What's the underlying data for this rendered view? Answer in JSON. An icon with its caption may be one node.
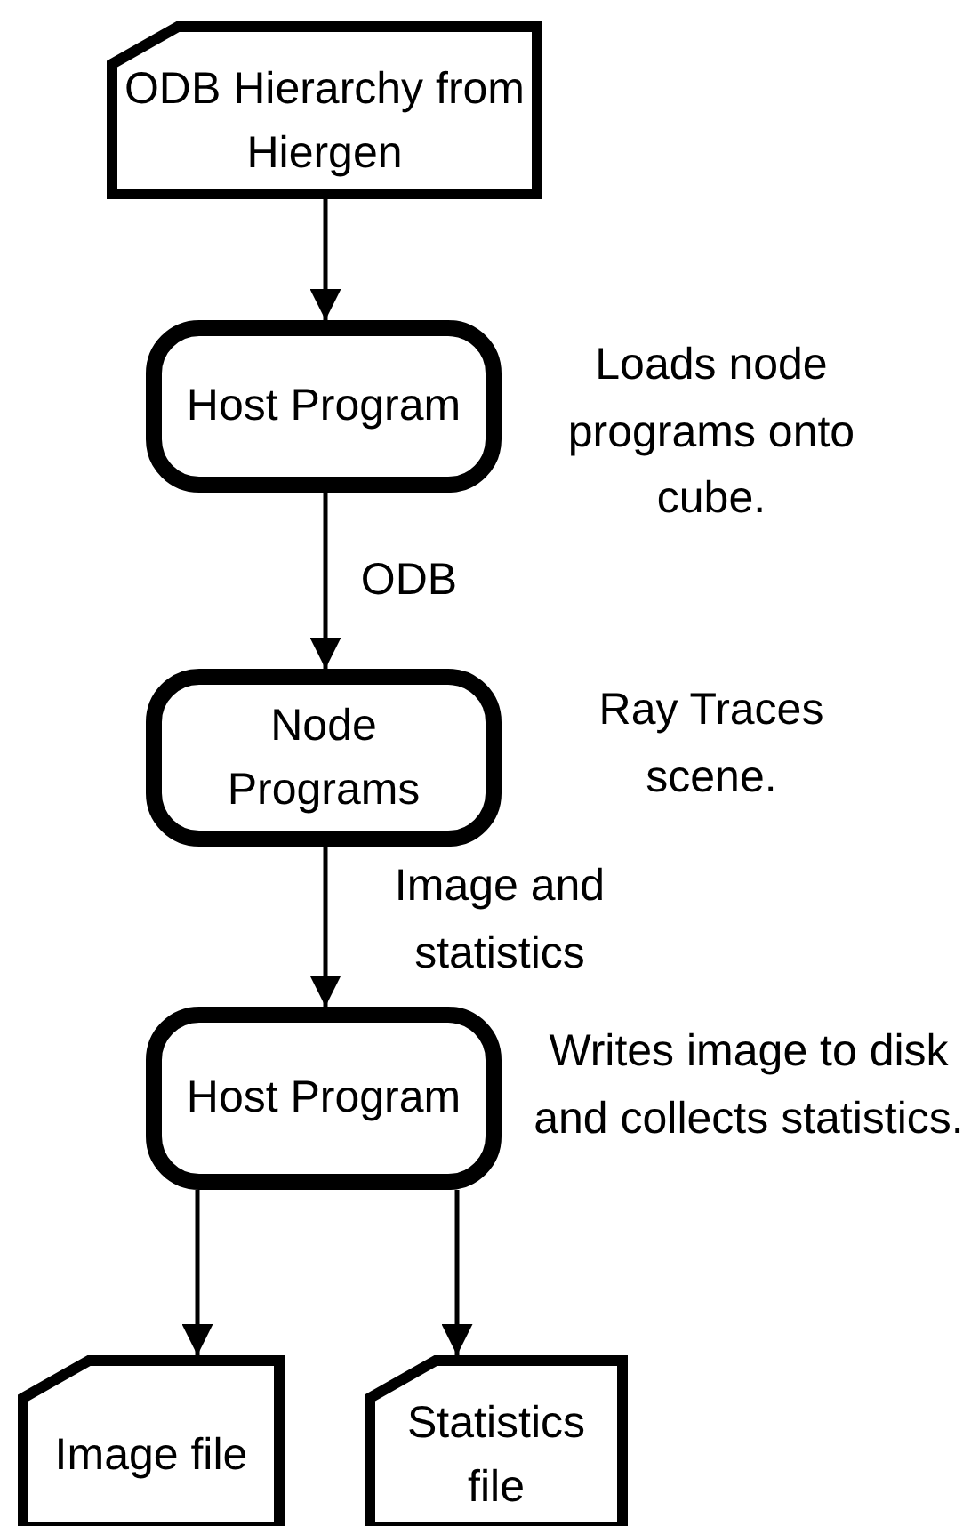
{
  "diagram": {
    "nodes": [
      {
        "text": [
          "ODB Hierarchy from Hiergen"
        ]
      },
      {
        "text": [
          "Host Program"
        ],
        "beside": [
          "Loads node programs onto cube."
        ]
      },
      {
        "text": [
          "Node Programs"
        ],
        "beside": [
          "Ray Traces scene."
        ]
      },
      {
        "text": [
          "Host Program"
        ],
        "beside": [
          "Writes image to disk and collects statistics."
        ]
      },
      {
        "text": [
          "Image file"
        ]
      },
      {
        "text": [
          "Statistics file"
        ]
      }
    ],
    "edges": [
      {
        "from": 0,
        "to": 1,
        "arrow": "to"
      },
      {
        "from": 1,
        "to": 2,
        "arrow": "to",
        "label": "ODB"
      },
      {
        "from": 2,
        "to": 3,
        "arrow": "to",
        "label": "Image and statistics"
      },
      {
        "from": 3,
        "to": 4,
        "arrow": "to"
      },
      {
        "from": 3,
        "to": 5,
        "arrow": "to"
      }
    ]
  }
}
